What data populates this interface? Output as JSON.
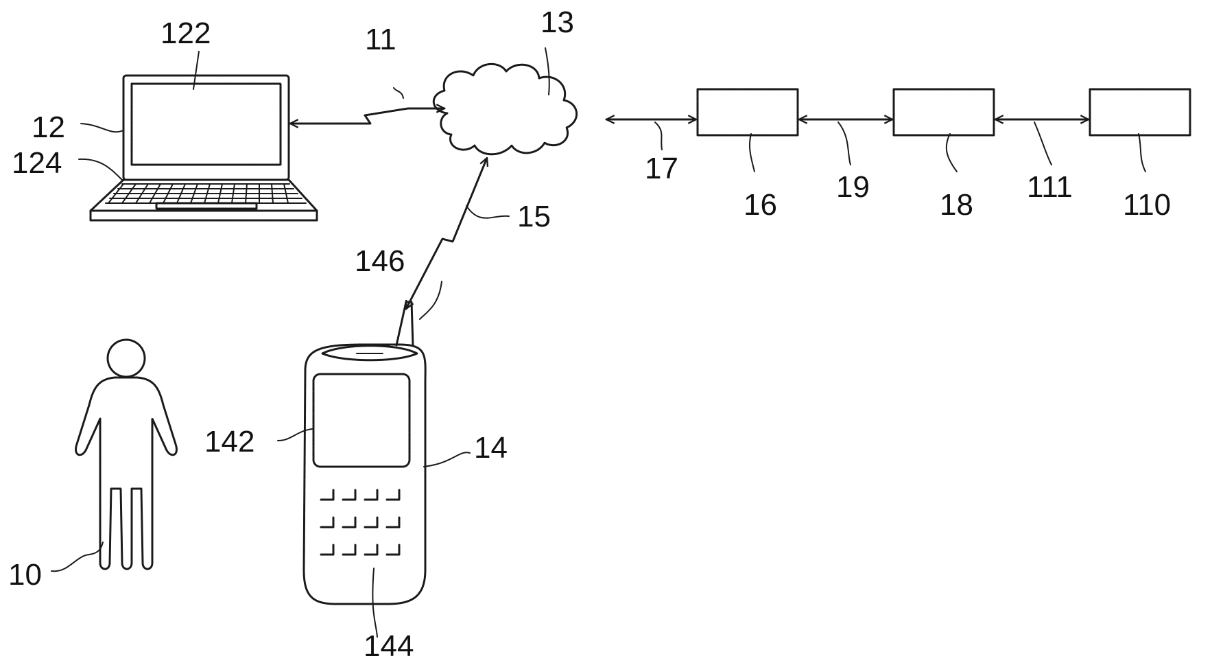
{
  "labels": {
    "person": "10",
    "link_laptop": "11",
    "laptop": "12",
    "laptop_screen": "122",
    "laptop_keyboard": "124",
    "network": "13",
    "phone": "14",
    "phone_screen": "142",
    "phone_keypad": "144",
    "phone_antenna": "146",
    "link_phone": "15",
    "server_a": "16",
    "link_a": "17",
    "server_b": "18",
    "link_b": "19",
    "server_c": "110",
    "link_c": "111"
  }
}
